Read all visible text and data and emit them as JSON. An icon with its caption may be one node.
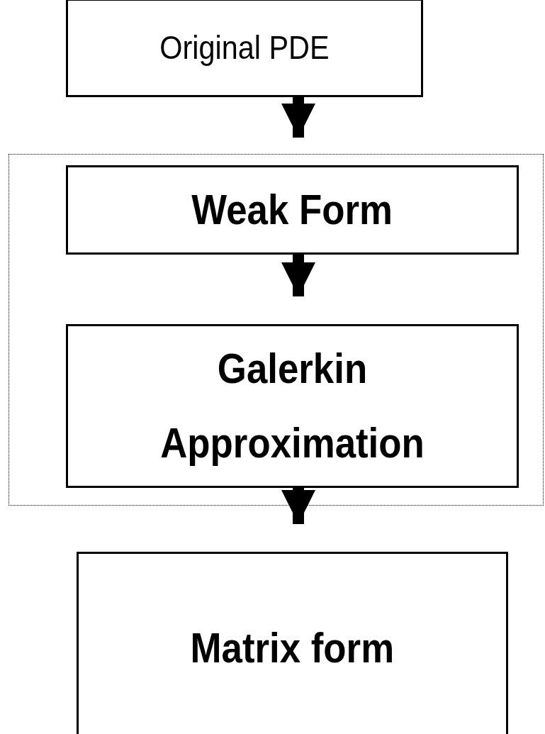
{
  "diagram": {
    "nodes": [
      {
        "text": [
          "Original PDE"
        ]
      },
      {
        "text": [],
        "shape": "box"
      },
      {
        "text": [
          "Weak Form"
        ],
        "in": 1
      },
      {
        "text": [
          "Galerkin Approximation"
        ],
        "in": 1
      },
      {
        "text": [
          "Matrix form"
        ]
      }
    ],
    "edges": [
      {
        "from": 0,
        "to": 2,
        "arrow": "to"
      },
      {
        "from": 2,
        "to": 3,
        "arrow": "to"
      },
      {
        "from": 3,
        "to": 4,
        "arrow": "to"
      }
    ]
  }
}
